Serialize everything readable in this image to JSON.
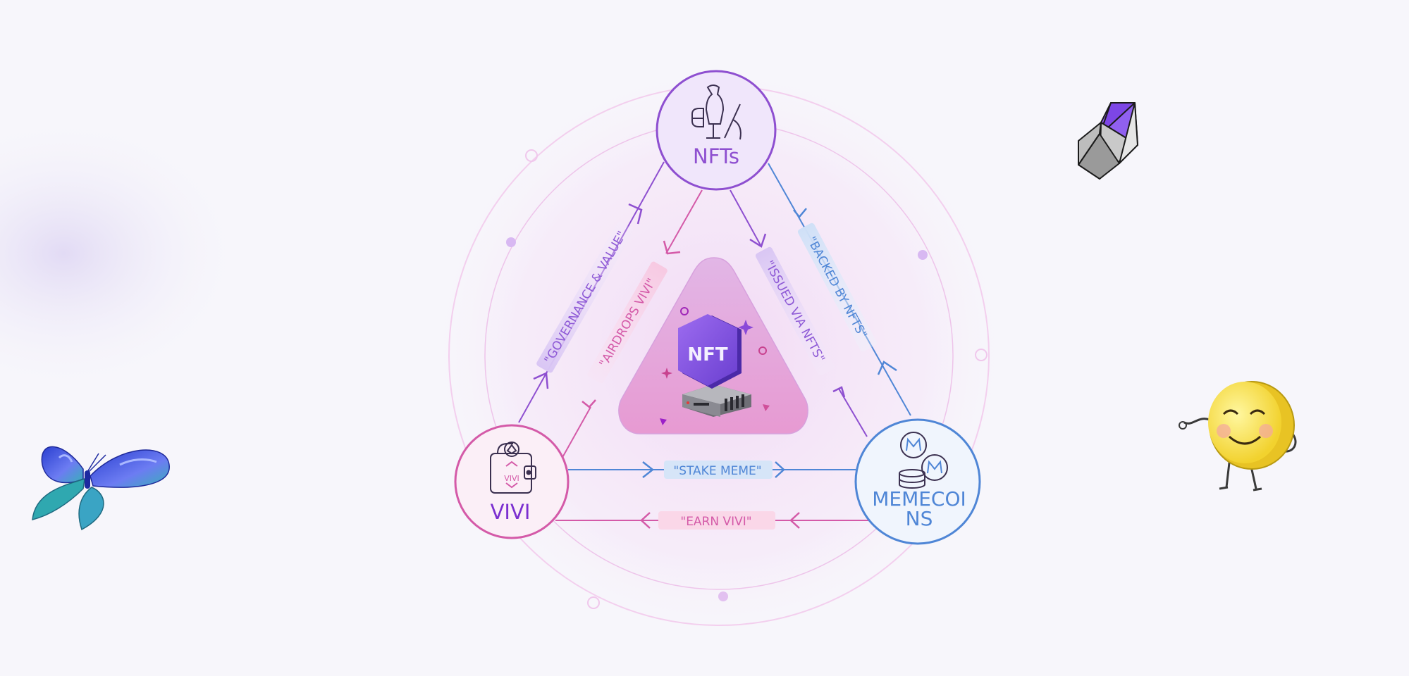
{
  "nodes": {
    "nfts": {
      "label": "NFTs",
      "icon": "mannequin-sewing-icon",
      "color": "#8e4fd0"
    },
    "vivi": {
      "label": "VIVI",
      "badge": "VIVI",
      "icon": "wallet-icon",
      "color": "#d45aa8"
    },
    "memecoins": {
      "label_line1": "MEMECOI",
      "label_line2": "NS",
      "icon": "coin-stack-icon",
      "color": "#4f86d6"
    }
  },
  "center": {
    "badge": "NFT",
    "icon": "nft-server-icon"
  },
  "edges": {
    "governance": "\"GOVERNANCE & VALUE\"",
    "airdrops": "\"AIRDROPS VIVI\"",
    "issued": "\"ISSUED VIA NFTS\"",
    "backed": "\"BACKED BY NFTS\"",
    "stake": "\"STAKE MEME\"",
    "earn": "\"EARN VIVI\""
  },
  "decor": {
    "left": "butterfly-icon",
    "top_right": "ethereum-icon",
    "right": "smiling-coin-mascot-icon"
  },
  "colors": {
    "purple": "#8e4fd0",
    "pink": "#d45aa8",
    "blue": "#4f86d6",
    "background": "#f7f6fb"
  }
}
